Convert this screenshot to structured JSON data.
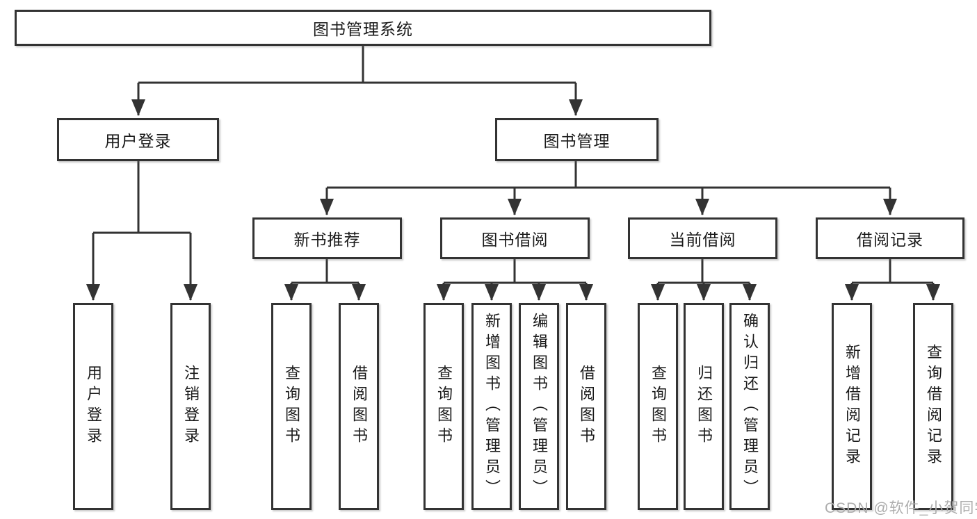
{
  "diagram": {
    "root_label": "图书管理系统",
    "level2": {
      "user_login": "用户登录",
      "book_mgmt": "图书管理"
    },
    "level3": {
      "new_books": "新书推荐",
      "borrowing": "图书借阅",
      "current": "当前借阅",
      "records": "借阅记录"
    },
    "leaves": {
      "login": [
        "用户登录",
        "注销登录"
      ],
      "new_books": [
        "查询图书",
        "借阅图书"
      ],
      "borrowing": [
        "查询图书",
        "新增图书（管理员）",
        "编辑图书（管理员）",
        "借阅图书"
      ],
      "current": [
        "查询图书",
        "归还图书",
        "确认归还（管理员）"
      ],
      "records": [
        "新增借阅记录",
        "查询借阅记录"
      ]
    }
  },
  "watermark_text": "CSDN @软件_小贺同学",
  "colors": {
    "line": "#333333",
    "box_border": "#333333",
    "box_fill": "#ffffff",
    "text": "#1a1a1a",
    "background": "#ffffff",
    "watermark": "#adadad"
  }
}
